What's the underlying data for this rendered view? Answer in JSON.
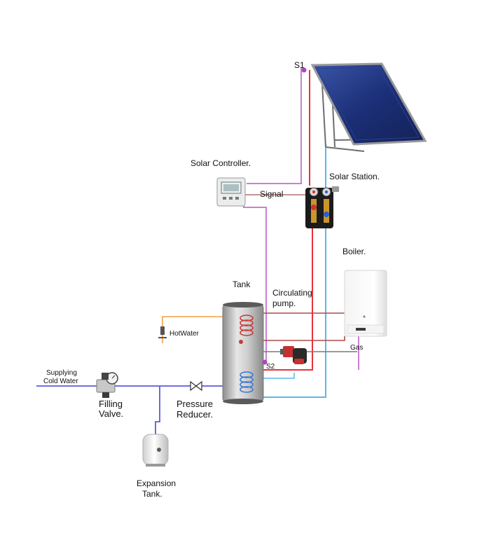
{
  "labels": {
    "sensor_1": "S1",
    "sensor_2": "S2",
    "solar_controller": "Solar Controller.",
    "signal": "Signal",
    "solar_station": "Solar Station.",
    "boiler": "Boiler.",
    "tank": "Tank",
    "circulating_pump_line1": "Circulating",
    "circulating_pump_line2": "pump.",
    "hot_water": "HotWater",
    "gas": "Gas",
    "supplying_line1": "Supplying",
    "supplying_line2": "Cold Water",
    "filling_valve_line1": "Filling",
    "filling_valve_line2": "Valve.",
    "pressure_reducer_line1": "Pressure",
    "pressure_reducer_line2": "Reducer.",
    "expansion_tank_line1": "Expansion",
    "expansion_tank_line2": "Tank."
  },
  "colors": {
    "hot_pipe": "#e8323a",
    "cold_pipe": "#5ab8e8",
    "signal_wire": "#c97fd4",
    "cold_water_pipe": "#5a5ae6",
    "hot_water_pipe": "#f0a040",
    "boiler_pipe": "#b0484a"
  }
}
